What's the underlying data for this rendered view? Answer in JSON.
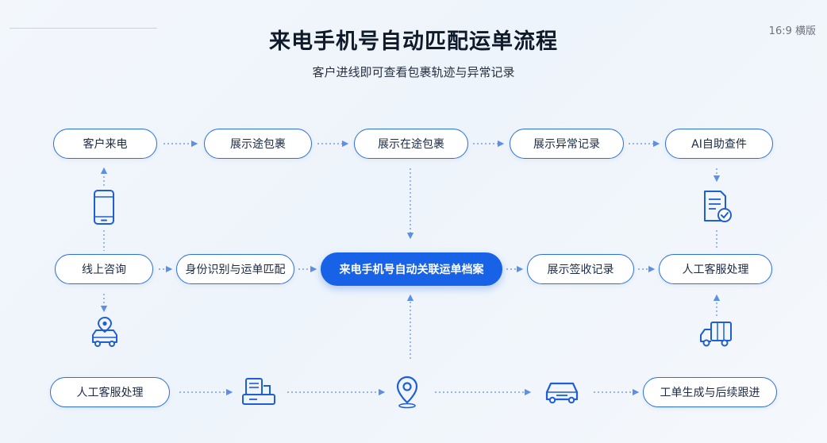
{
  "header": {
    "title": "来电手机号自动匹配运单流程",
    "subtitle": "客户进线即可查看包裹轨迹与异常记录",
    "badge": "16:9 横版"
  },
  "nodes": {
    "customer_call": "客户来电",
    "show_parcel_en_route": "展示途包裹",
    "show_in_transit_parcel": "展示在途包裹",
    "show_exception_records": "展示异常记录",
    "ai_self_query": "AI自助查件",
    "online_consult": "线上咨询",
    "identity_waybill_match": "身份识别与运单匹配",
    "auto_link_waybill_archive": "来电手机号自动关联运单档案",
    "show_signature_records": "展示签收记录",
    "human_service_right": "人工客服处理",
    "human_service_bottom": "人工客服处理",
    "ticket_followup": "工单生成与后续跟进"
  },
  "icons": {
    "mobile": "mobile-phone-icon",
    "checklist": "document-check-icon",
    "delivery_car": "delivery-car-location-icon",
    "truck": "truck-icon",
    "cashier": "service-desk-icon",
    "location": "location-pin-icon",
    "car": "car-icon"
  },
  "colors": {
    "accent": "#1762e6",
    "border": "#2c6fe0",
    "connector": "#5b8fe8"
  }
}
